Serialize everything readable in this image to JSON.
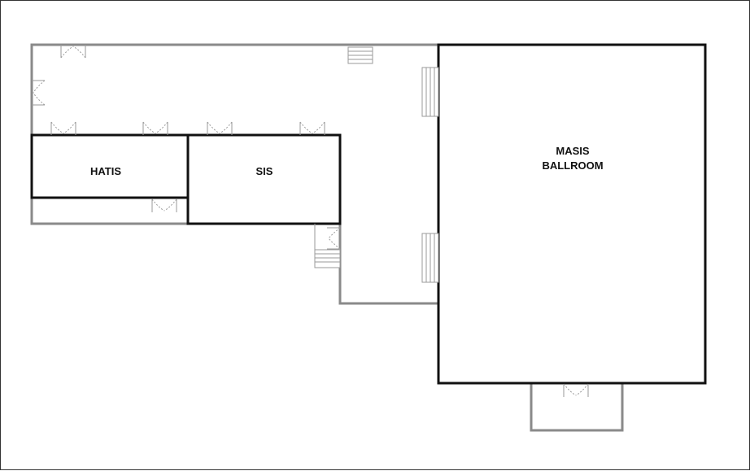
{
  "rooms": {
    "hatis": {
      "label": "HATIS"
    },
    "sis": {
      "label": "SIS"
    },
    "masis": {
      "label_line1": "MASIS",
      "label_line2": "BALLROOM"
    }
  },
  "colors": {
    "room_outline": "#111111",
    "corridor_outline": "#8a8a8a",
    "fixture": "#9a9a9a",
    "background": "#ffffff"
  }
}
